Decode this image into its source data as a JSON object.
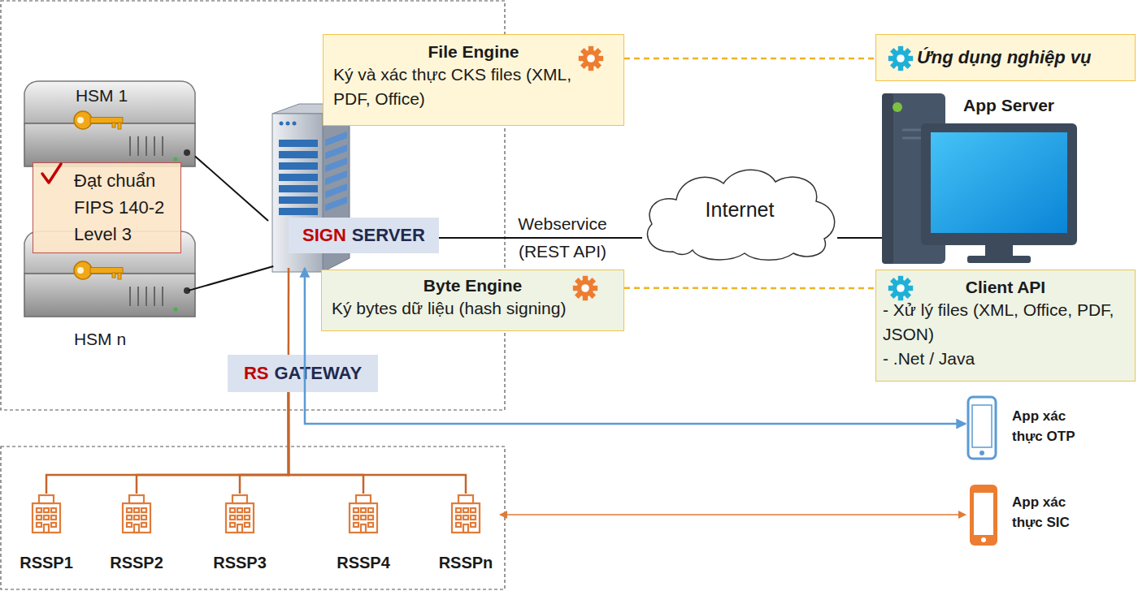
{
  "diagram": {
    "nodes": [
      {
        "text": [
          "HSM 1"
        ]
      },
      {
        "text": [
          "Đạt chuẩn FIPS 140-2 Level 3"
        ]
      },
      {
        "text": [
          "HSM n"
        ]
      },
      {
        "text": [
          "File Engine",
          "Ký và xác thực CKS files (XML, PDF, Office)"
        ]
      },
      {
        "text": [
          "Ứng dụng nghiệp vụ"
        ]
      },
      {
        "text": [
          "App Server"
        ]
      },
      {
        "text": [
          "SIGN",
          "SERVER"
        ]
      },
      {
        "text": [
          "Internet"
        ]
      },
      {
        "text": [
          "Byte Engine",
          "Ký bytes dữ liệu (hash signing)"
        ]
      },
      {
        "text": [
          "Client API",
          "- Xử lý files (XML, Office, PDF, JSON)",
          "- .Net / Java"
        ]
      },
      {
        "text": [
          "RS",
          "GATEWAY"
        ]
      },
      {
        "text": [
          "App xác thực OTP"
        ]
      },
      {
        "text": [
          "RSSP1"
        ]
      },
      {
        "text": [
          "RSSP2"
        ]
      },
      {
        "text": [
          "RSSP3"
        ]
      },
      {
        "text": [
          "RSSP4"
        ]
      },
      {
        "text": [
          "RSSPn"
        ]
      },
      {
        "text": [
          "App xác thực SIC"
        ]
      }
    ],
    "edges": [
      {
        "from": 0,
        "to": 6,
        "arrow": "none"
      },
      {
        "from": 2,
        "to": 6,
        "arrow": "none"
      },
      {
        "from": 3,
        "to": 4,
        "arrow": "none"
      },
      {
        "from": 8,
        "to": 9,
        "arrow": "none"
      },
      {
        "from": 6,
        "to": 7,
        "label": "Webservice (REST API)",
        "arrow": "none"
      },
      {
        "from": 7,
        "to": 5,
        "arrow": "none"
      },
      {
        "from": 6,
        "to": 10,
        "arrow": "none"
      },
      {
        "from": 10,
        "to": 12,
        "arrow": "none"
      },
      {
        "from": 10,
        "to": 13,
        "arrow": "none"
      },
      {
        "from": 10,
        "to": 14,
        "arrow": "none"
      },
      {
        "from": 10,
        "to": 15,
        "arrow": "none"
      },
      {
        "from": 10,
        "to": 16,
        "arrow": "none"
      },
      {
        "from": 6,
        "to": 11,
        "arrow": "both"
      },
      {
        "from": 16,
        "to": 17,
        "arrow": "both"
      }
    ]
  }
}
